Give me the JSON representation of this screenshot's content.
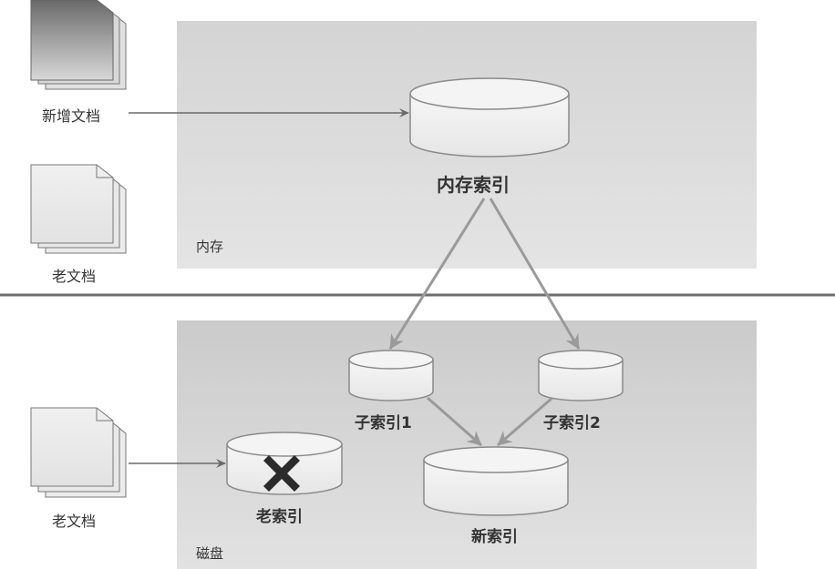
{
  "regions": {
    "memory": {
      "label": "内存"
    },
    "disk": {
      "label": "磁盘"
    }
  },
  "documents": {
    "new_docs": {
      "label": "新增文档"
    },
    "old_docs_memory": {
      "label": "老文档"
    },
    "old_docs_disk": {
      "label": "老文档"
    }
  },
  "indexes": {
    "memory_index": {
      "label": "内存索引"
    },
    "sub_index_1": {
      "label": "子索引1"
    },
    "sub_index_2": {
      "label": "子索引2"
    },
    "new_index": {
      "label": "新索引"
    },
    "old_index": {
      "label": "老索引",
      "status_icon": "x-icon"
    }
  },
  "colors": {
    "region_fill": "#d9d9d9",
    "arrow": "#999999",
    "divider": "#6e6e6e",
    "cross": "#2b2b2b"
  }
}
